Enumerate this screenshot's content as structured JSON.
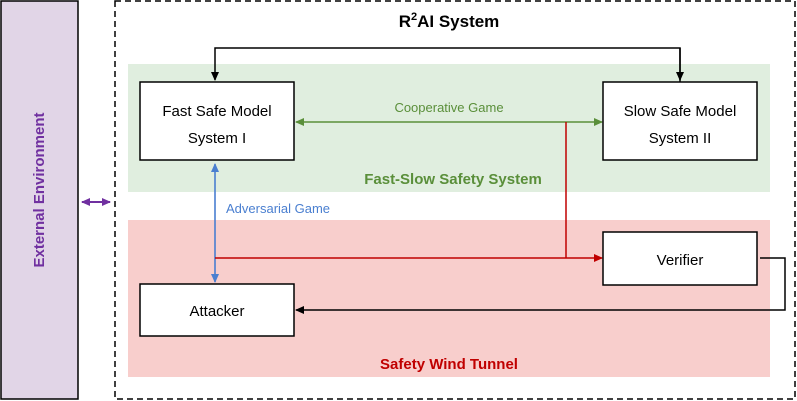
{
  "title": {
    "main": "R",
    "superscript": "2",
    "rest": "AI System"
  },
  "external_environment": {
    "label": "External Environment",
    "color": "#7030a0",
    "fill": "#e1d5e7"
  },
  "zones": {
    "fast_slow": {
      "label": "Fast-Slow Safety System",
      "color": "#5a8f3a",
      "fill": "#d5e8d4"
    },
    "wind_tunnel": {
      "label": "Safety Wind Tunnel",
      "color": "#c00000",
      "fill": "#f8cecc"
    }
  },
  "nodes": {
    "fast_model": {
      "line1": "Fast Safe Model",
      "line2": "System I"
    },
    "slow_model": {
      "line1": "Slow Safe Model",
      "line2": "System II"
    },
    "verifier": {
      "label": "Verifier"
    },
    "attacker": {
      "label": "Attacker"
    }
  },
  "edges": {
    "cooperative": {
      "label": "Cooperative Game",
      "color": "#5a8f3a"
    },
    "adversarial": {
      "label": "Adversarial Game",
      "color": "#4a7fd0"
    },
    "verify_flow": {
      "color": "#c00000"
    },
    "feedback": {
      "color": "#000000"
    },
    "external_link": {
      "color": "#7030a0"
    }
  }
}
